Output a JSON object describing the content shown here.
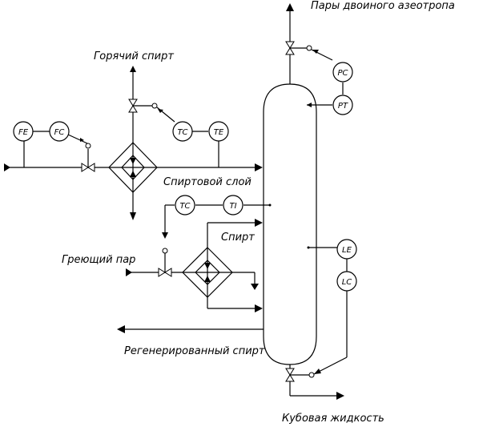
{
  "labels": {
    "azeotrope_vapor": "Пары двоиного азеотропа",
    "hot_alcohol": "Горячий спирт",
    "alcohol_layer": "Спиртовой слой",
    "alcohol": "Спирт",
    "heating_steam": "Греющий пар",
    "regenerated_alcohol": "Регенерированный спирт",
    "bottoms_liquid": "Кубовая жидкость"
  },
  "instruments": {
    "pc": "PC",
    "pt": "PT",
    "fe": "FE",
    "fc": "FC",
    "tc_top": "TC",
    "te": "TE",
    "tc_reb": "TC",
    "ti": "TI",
    "le": "LE",
    "lc": "LC"
  }
}
